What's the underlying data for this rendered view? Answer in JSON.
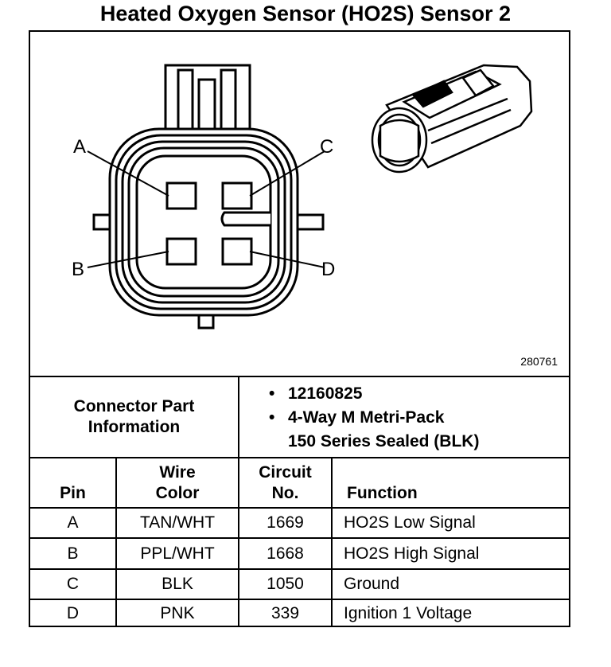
{
  "title": "Heated Oxygen Sensor (HO2S) Sensor 2",
  "figure_number": "280761",
  "pin_callouts": {
    "a": "A",
    "b": "B",
    "c": "C",
    "d": "D"
  },
  "connector_part_info": {
    "label": "Connector Part Information",
    "items": [
      "12160825",
      "4-Way M Metri-Pack 150 Series Sealed (BLK)"
    ],
    "item2_line1": "4-Way M Metri-Pack",
    "item2_line2": "150 Series Sealed (BLK)",
    "bullet": "•"
  },
  "table": {
    "headers": {
      "pin": "Pin",
      "wire_color_line1": "Wire",
      "wire_color_line2": "Color",
      "circuit_line1": "Circuit",
      "circuit_line2": "No.",
      "function": "Function"
    },
    "rows": [
      {
        "pin": "A",
        "wire_color": "TAN/WHT",
        "circuit": "1669",
        "function": "HO2S Low Signal"
      },
      {
        "pin": "B",
        "wire_color": "PPL/WHT",
        "circuit": "1668",
        "function": "HO2S High Signal"
      },
      {
        "pin": "C",
        "wire_color": "BLK",
        "circuit": "1050",
        "function": "Ground"
      },
      {
        "pin": "D",
        "wire_color": "PNK",
        "circuit": "339",
        "function": "Ignition 1 Voltage"
      }
    ]
  }
}
